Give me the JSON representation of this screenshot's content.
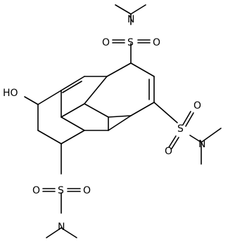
{
  "molecule": {
    "atom_labels": {
      "n_top": "N",
      "s_top": "S",
      "o_top_left": "O",
      "o_top_right": "O",
      "n_right": "N",
      "s_right": "S",
      "o_right_up": "O",
      "o_right_down": "O",
      "hydroxyl": "HO",
      "s_bottom": "S",
      "o_bottom_left": "O",
      "o_bottom_right": "O",
      "n_bottom": "N"
    }
  }
}
